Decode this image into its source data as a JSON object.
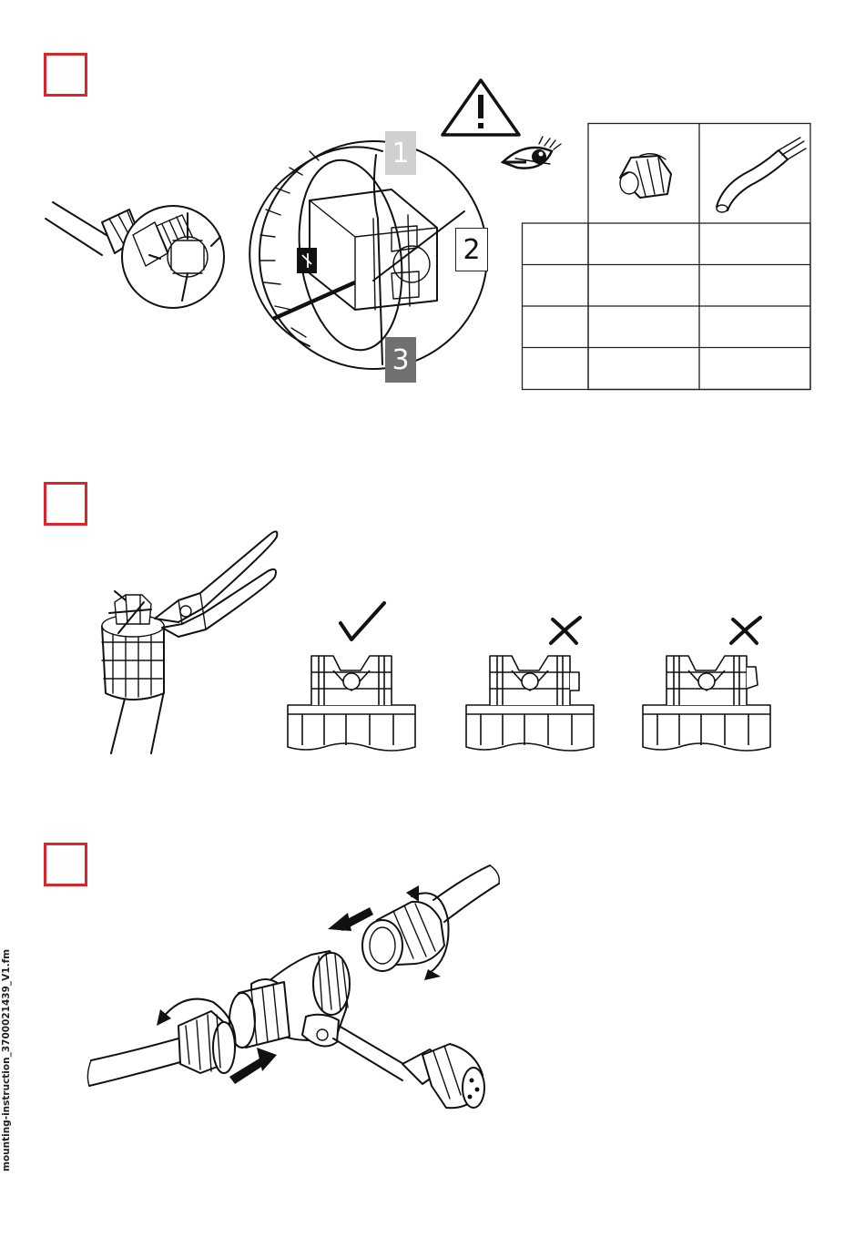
{
  "steps": [
    {
      "id": 1,
      "box_color": "#d9262b"
    },
    {
      "id": 2,
      "box_color": "#d9262b"
    },
    {
      "id": 3,
      "box_color": "#d9262b"
    }
  ],
  "detail": {
    "callout_1": "1",
    "callout_2": "2",
    "callout_3": "3"
  },
  "icons": [
    "warning-icon",
    "eye-icon",
    "check-icon",
    "cross-icon"
  ],
  "check_table": {
    "header_icons": [
      "cable-gland-nut-icon",
      "cable-icon"
    ],
    "rows": 4,
    "cells": []
  },
  "results": [
    "correct",
    "incorrect",
    "incorrect"
  ],
  "footer": {
    "file_label": "mounting-instruction_3700021439_V1.fm"
  }
}
